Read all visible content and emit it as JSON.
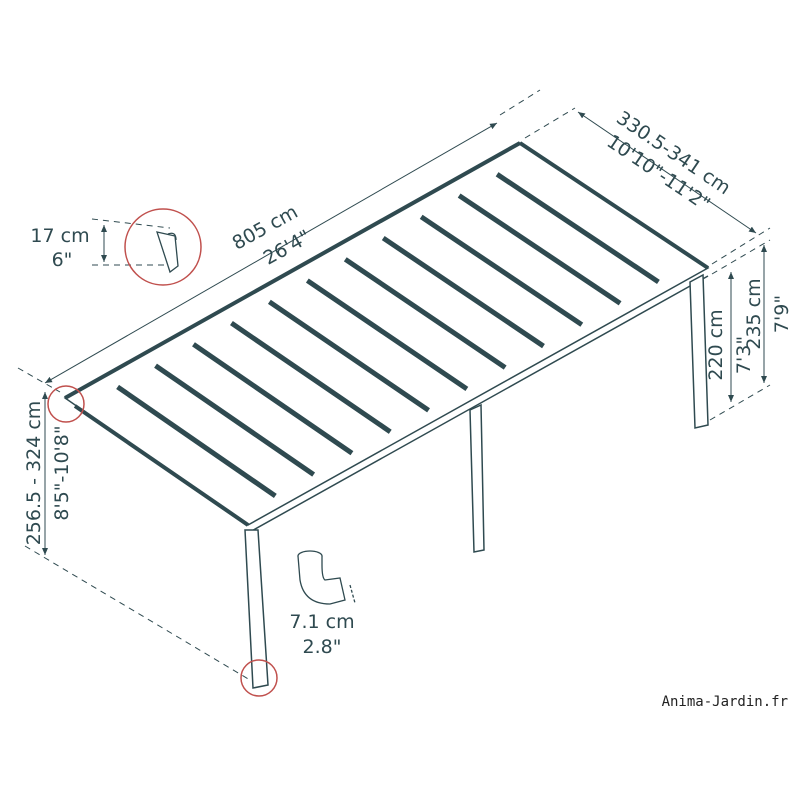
{
  "dimensions": {
    "length": {
      "cm": "805 cm",
      "imperial": "26'4\""
    },
    "depth": {
      "cm": "330.5-341 cm",
      "imperial": "10'10\"-11'2\""
    },
    "front_height": {
      "cm": "256.5 - 324 cm",
      "imperial": "8'5\"-10'8\""
    },
    "back_height_low": {
      "cm": "220 cm",
      "imperial": "7'3\""
    },
    "back_height_high": {
      "cm": "235 cm",
      "imperial": "7'9\""
    },
    "gutter": {
      "cm": "17 cm",
      "imperial": "6\""
    },
    "downpipe": {
      "cm": "7.1 cm",
      "imperial": "2.8\""
    }
  },
  "watermark": "Anima-Jardin.fr",
  "colors": {
    "line": "#2f4a50",
    "highlight": "#c0504d"
  }
}
